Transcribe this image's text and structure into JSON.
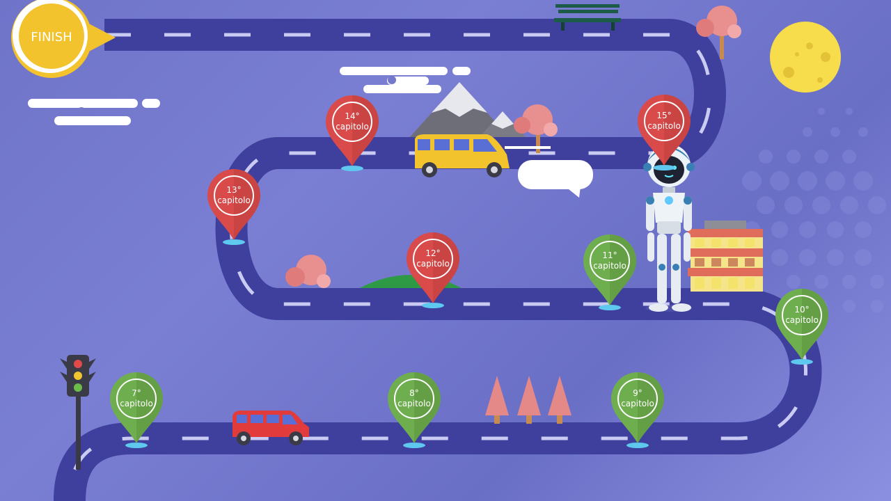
{
  "finish": {
    "label": "FINISH"
  },
  "colors": {
    "background": "#7479cc",
    "road": "#3f3f9e",
    "road_dash": "#c9cbf2",
    "pin_done": "#6fae4f",
    "pin_next": "#d94b4b",
    "finish_badge": "#f2c32c",
    "moon": "#f7dd4b"
  },
  "chapters": [
    {
      "number": "7°",
      "word": "capitolo",
      "status": "done"
    },
    {
      "number": "8°",
      "word": "capitolo",
      "status": "done"
    },
    {
      "number": "9°",
      "word": "capitolo",
      "status": "done"
    },
    {
      "number": "10°",
      "word": "capitolo",
      "status": "done"
    },
    {
      "number": "11°",
      "word": "capitolo",
      "status": "done"
    },
    {
      "number": "12°",
      "word": "capitolo",
      "status": "upcoming"
    },
    {
      "number": "13°",
      "word": "capitolo",
      "status": "upcoming"
    },
    {
      "number": "14°",
      "word": "capitolo",
      "status": "upcoming"
    },
    {
      "number": "15°",
      "word": "capitolo",
      "status": "upcoming"
    }
  ],
  "speech_bubble": {
    "text": ""
  },
  "decorations": [
    "traffic-light-icon",
    "red-car-icon",
    "yellow-van-icon",
    "robot-icon",
    "building-icon",
    "mountain-icon",
    "tree-icon",
    "pine-tree-icon",
    "cloud-icon",
    "moon-icon",
    "bench-icon",
    "hill-icon"
  ]
}
